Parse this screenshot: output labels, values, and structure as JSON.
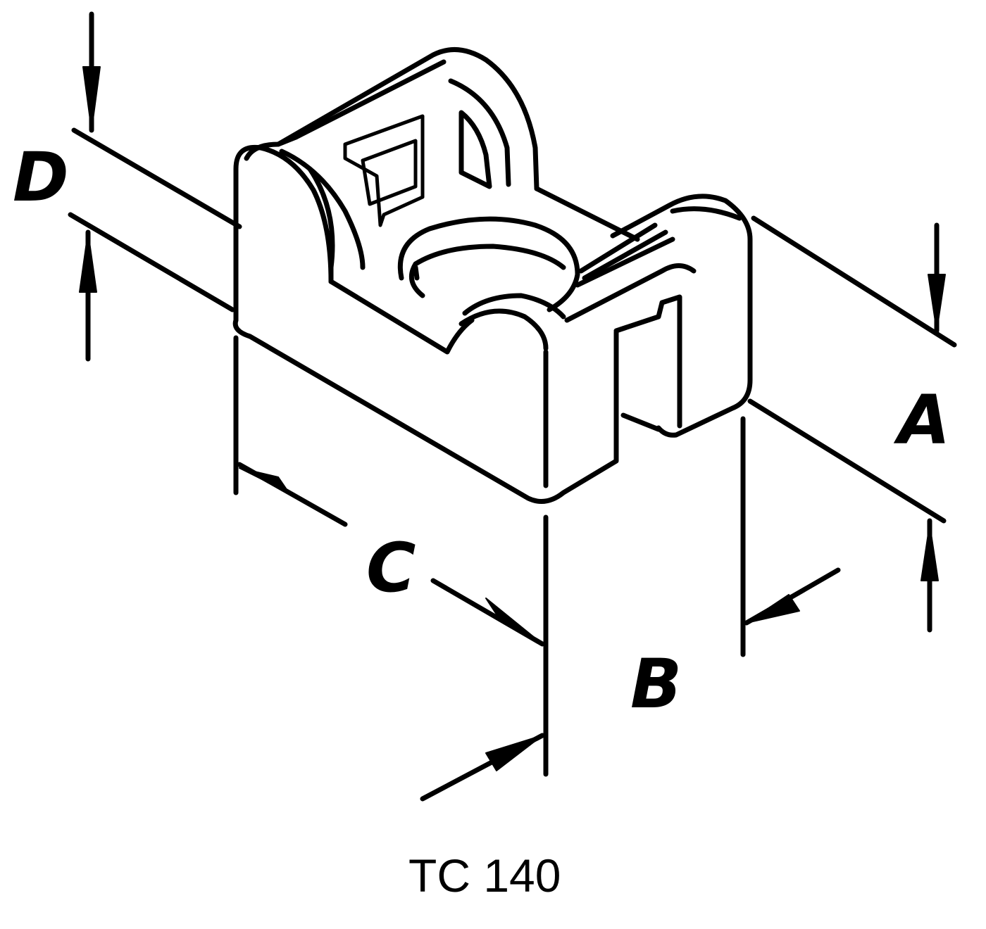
{
  "diagram": {
    "caption": "TC 140",
    "dimensions": {
      "a": "A",
      "b": "B",
      "c": "C",
      "d": "D"
    }
  },
  "colors": {
    "ink": "#000000",
    "paper": "#ffffff"
  }
}
